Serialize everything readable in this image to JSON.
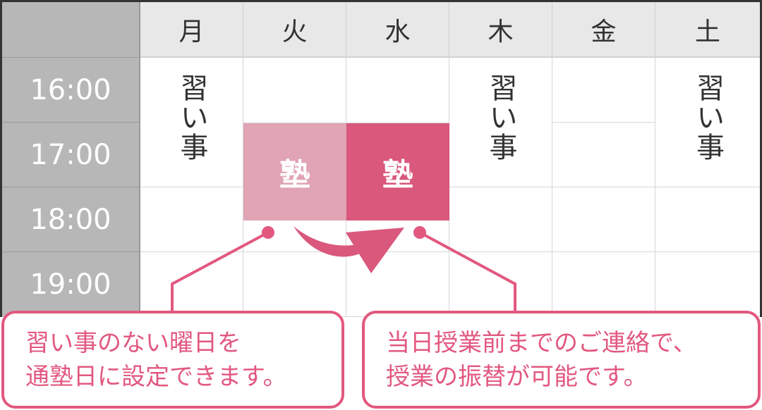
{
  "schedule": {
    "days": [
      "月",
      "火",
      "水",
      "木",
      "金",
      "土"
    ],
    "times": [
      "16:00",
      "17:00",
      "18:00",
      "19:00"
    ],
    "activity_label": "習い事",
    "juku_label": "塾",
    "activities": [
      {
        "day": "月",
        "start": "16:00",
        "end": "18:00"
      },
      {
        "day": "木",
        "start": "16:00",
        "end": "18:00"
      },
      {
        "day": "土",
        "start": "16:00",
        "end": "18:00"
      }
    ],
    "juku_blocks": [
      {
        "day": "火",
        "start": "17:00",
        "end": "18:30",
        "state": "original"
      },
      {
        "day": "水",
        "start": "17:00",
        "end": "18:30",
        "state": "transferred"
      }
    ]
  },
  "callouts": {
    "left": {
      "line1": "習い事のない曜日を",
      "line2": "通塾日に設定できます。"
    },
    "right": {
      "line1": "当日授業前までのご連絡で、",
      "line2": "授業の振替が可能です。"
    }
  },
  "colors": {
    "accent": "#e2587f",
    "juku_original": "#e0a4b4",
    "juku_transferred": "#d9587c",
    "time_column": "#b7b7b7",
    "header": "#e9e8e9"
  }
}
